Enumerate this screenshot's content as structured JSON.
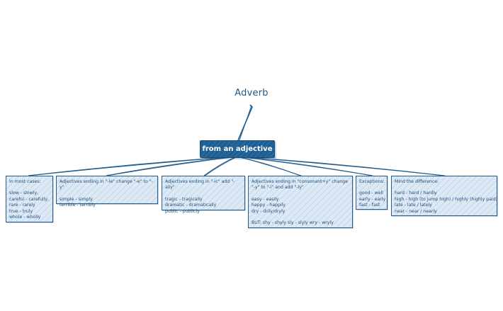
{
  "title": "Adverb",
  "center": "from an adjective",
  "colors": {
    "accent": "#1e5f93",
    "fill": "#dde9f4",
    "line": "#245e8e"
  },
  "nodes": [
    {
      "heading": "In most cases:",
      "lines": [
        "slow - slowly,",
        "careful - carefully,",
        "rare - rarely",
        "true - truly",
        "whole - wholly"
      ],
      "extra": ""
    },
    {
      "heading": "Adjectives ending in \"-le\" change \"-e\" to \"-y\"",
      "lines": [
        "simple - simply",
        "terrible - terribly"
      ],
      "extra": ""
    },
    {
      "heading": "Adjectives ending in \"-ic\" add \"-ally\"",
      "lines": [
        "tragic - tragically",
        "dramatic - dramatically",
        "public - publicly"
      ],
      "extra": ""
    },
    {
      "heading": "Adjectives ending in \"consonant+y\" change \"-y\" to \"-i\" and add \"-ly\"",
      "lines": [
        "easy - easily",
        "happy - happily",
        "dry - drily/dryly"
      ],
      "extra": "BUT: shy - shyly sly - slyly wry - wryly"
    },
    {
      "heading": "Exceptions:",
      "lines": [
        "good - well",
        "early - early",
        "fast - fast"
      ],
      "extra": ""
    },
    {
      "heading": "Mind the difference:",
      "lines": [
        "hard - hard / hardly",
        "high - high (to jump high) / highly (highly paid)",
        "late - late / lately",
        "near - near / nearly"
      ],
      "extra": ""
    }
  ]
}
